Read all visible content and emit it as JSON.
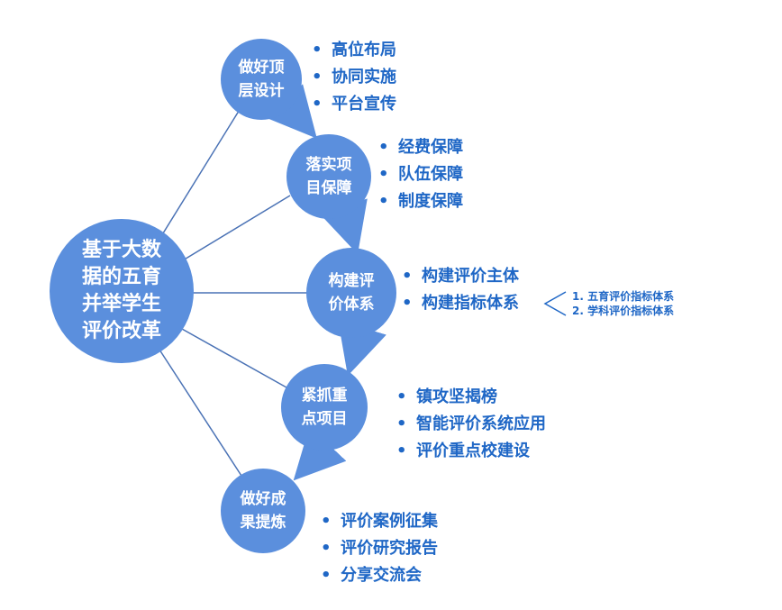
{
  "colors": {
    "circle": "#5b8fdd",
    "text": "#1f67c6",
    "line": "#4a72b5",
    "arrow": "#5b8fdd"
  },
  "center": {
    "label": "基于大数\n据的五育\n并举学生\n评价改革"
  },
  "steps": [
    {
      "label": "做好顶\n层设计",
      "items": [
        "高位布局",
        "协同实施",
        "平台宣传"
      ]
    },
    {
      "label": "落实项\n目保障",
      "items": [
        "经费保障",
        "队伍保障",
        "制度保障"
      ]
    },
    {
      "label": "构建评\n价体系",
      "items": [
        "构建评价主体",
        "构建指标体系"
      ]
    },
    {
      "label": "紧抓重\n点项目",
      "items": [
        "镇攻坚揭榜",
        "智能评价系统应用",
        "评价重点校建设"
      ]
    },
    {
      "label": "做好成\n果提炼",
      "items": [
        "评价案例征集",
        "评价研究报告",
        "分享交流会"
      ]
    }
  ],
  "sub_items": [
    "1. 五育评价指标体系",
    "2. 学科评价指标体系"
  ]
}
